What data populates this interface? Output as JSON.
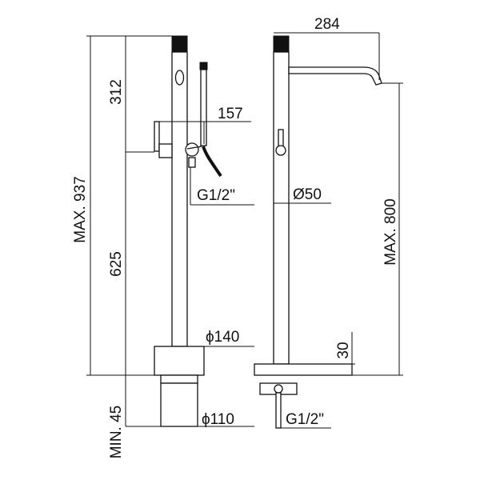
{
  "labels": {
    "max_total_height": "MAX. 937",
    "upper_height": "312",
    "lower_height": "625",
    "min_depth": "MIN. 45",
    "handshower_offset": "157",
    "inlet_left": "G1/2\"",
    "base_diameter": "ϕ140",
    "floor_diameter": "ϕ110",
    "spout_reach": "284",
    "body_diameter": "Ø50",
    "max_spout_height": "MAX. 800",
    "base_thickness": "30",
    "inlet_right": "G1/2\""
  }
}
